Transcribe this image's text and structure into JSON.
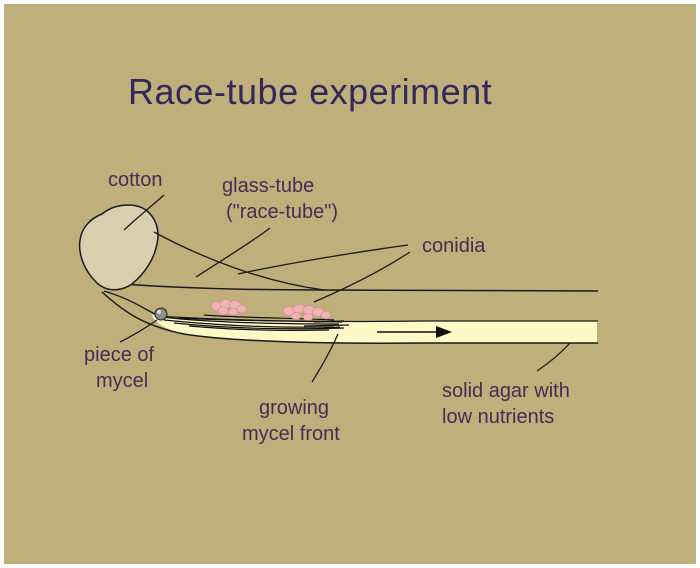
{
  "title": "Race-tube experiment",
  "labels": {
    "cotton": "cotton",
    "glass_tube_line1": "glass-tube",
    "glass_tube_line2": "(\"race-tube\")",
    "conidia": "conidia",
    "piece_line1": "piece of",
    "piece_line2": "mycel",
    "growing_line1": "growing",
    "growing_line2": "mycel front",
    "agar_line1": "solid agar with",
    "agar_line2": "low nutrients"
  },
  "colors": {
    "background": "#BFAF7A",
    "agar": "#FFF9C8",
    "cotton": "#D9CFAF",
    "conidia": "#F0B2B2",
    "text": "#4a2a55",
    "title": "#33285a"
  },
  "icons": {
    "cotton": "cotton-plug",
    "inoculum": "mycel-ball",
    "direction": "growth-arrow"
  }
}
